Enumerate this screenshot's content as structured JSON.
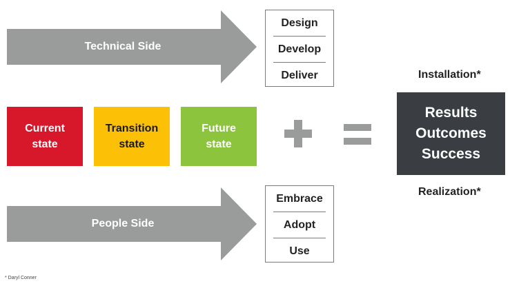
{
  "technical_arrow": {
    "label": "Technical Side"
  },
  "technical_steps": [
    "Design",
    "Develop",
    "Deliver"
  ],
  "people_arrow": {
    "label": "People Side"
  },
  "people_steps": [
    "Embrace",
    "Adopt",
    "Use"
  ],
  "states": [
    {
      "line1": "Current",
      "line2": "state",
      "color": "#d7182a",
      "text_color": "#ffffff"
    },
    {
      "line1": "Transition",
      "line2": "state",
      "color": "#fcc006",
      "text_color": "#1a1a1a"
    },
    {
      "line1": "Future",
      "line2": "state",
      "color": "#8cc43e",
      "text_color": "#ffffff"
    }
  ],
  "operators": {
    "plus": "+",
    "equals": "="
  },
  "result": {
    "lines": [
      "Results",
      "Outcomes",
      "Success"
    ]
  },
  "top_caption": "Installation*",
  "bottom_caption": "Realization*",
  "footnote": "* Daryl Conner",
  "colors": {
    "arrow": "#9a9b9b",
    "operator": "#9a9b9b",
    "result_box": "#3a3e43"
  }
}
